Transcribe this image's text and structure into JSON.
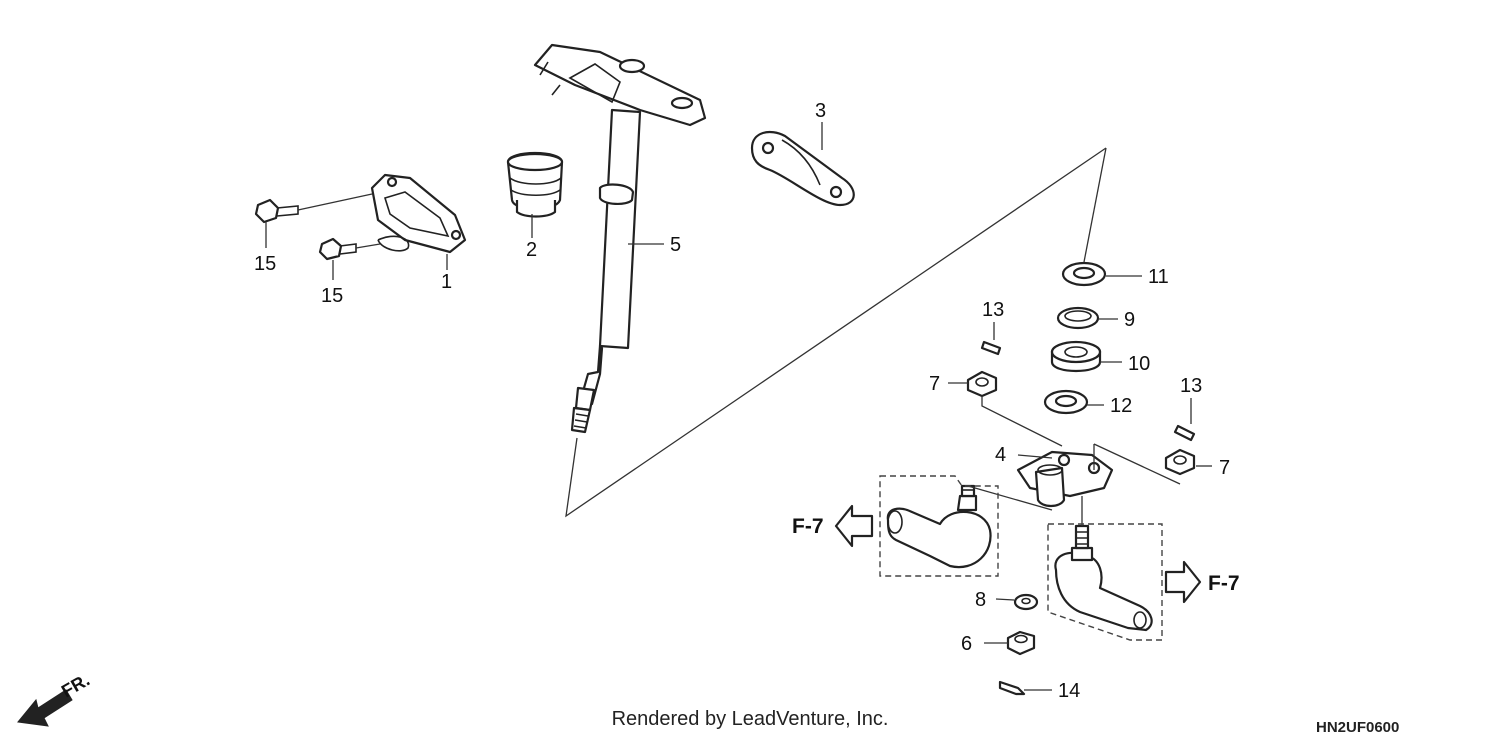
{
  "callouts": [
    {
      "id": "c1",
      "label": "1"
    },
    {
      "id": "c2",
      "label": "2"
    },
    {
      "id": "c3",
      "label": "3"
    },
    {
      "id": "c4",
      "label": "4"
    },
    {
      "id": "c5",
      "label": "5"
    },
    {
      "id": "c6",
      "label": "6"
    },
    {
      "id": "c7a",
      "label": "7"
    },
    {
      "id": "c7b",
      "label": "7"
    },
    {
      "id": "c8",
      "label": "8"
    },
    {
      "id": "c9",
      "label": "9"
    },
    {
      "id": "c10",
      "label": "10"
    },
    {
      "id": "c11",
      "label": "11"
    },
    {
      "id": "c12",
      "label": "12"
    },
    {
      "id": "c13a",
      "label": "13"
    },
    {
      "id": "c13b",
      "label": "13"
    },
    {
      "id": "c14",
      "label": "14"
    },
    {
      "id": "c15a",
      "label": "15"
    },
    {
      "id": "c15b",
      "label": "15"
    }
  ],
  "references": {
    "left": "F-7",
    "right": "F-7"
  },
  "direction_label": "FR.",
  "footer": {
    "rendered_by": "Rendered by LeadVenture, Inc.",
    "diagram_code": "HN2UF0600"
  }
}
